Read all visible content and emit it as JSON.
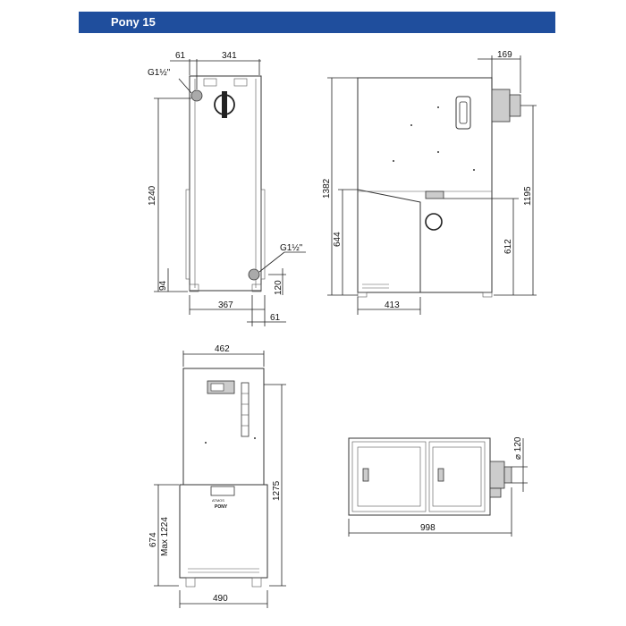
{
  "header": {
    "title": "Pony 15",
    "color": "#1f4e9d"
  },
  "side_view": {
    "dim_top_left": "61",
    "dim_top_width": "341",
    "dim_height": "1240",
    "dim_bottom_left": "94",
    "dim_bottom_right": "120",
    "dim_depth": "367",
    "dim_bottom_offset": "61",
    "fitting_top": "G1½\"",
    "fitting_bottom": "G1½\""
  },
  "front_view": {
    "dim_flue_offset": "169",
    "dim_total_height": "1382",
    "dim_flue_height": "1195",
    "dim_lower_height": "644",
    "dim_lower_right": "612",
    "dim_lower_width": "413"
  },
  "rear_view": {
    "dim_width": "462",
    "dim_height": "1275",
    "dim_lower": "674",
    "dim_max": "Max 1224",
    "dim_base_width": "490",
    "nameplate_brand": "ATMOS",
    "nameplate_model": "PONY"
  },
  "top_view": {
    "dim_flue_dia": "⌀ 120",
    "dim_length": "998"
  }
}
